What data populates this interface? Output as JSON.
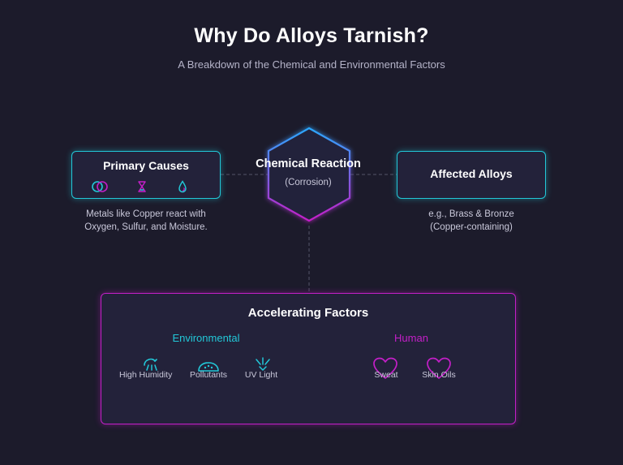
{
  "header": {
    "title": "Why Do Alloys Tarnish?",
    "subtitle": "A Breakdown of the Chemical and Environmental Factors"
  },
  "colors": {
    "background": "#1c1b2b",
    "cyan": "#22c8d8",
    "magenta": "#c41fc8",
    "hex_gradient_top": "#2aa8ff",
    "hex_gradient_bottom": "#c41fc8"
  },
  "center": {
    "title": "Chemical Reaction",
    "subtitle": "(Corrosion)"
  },
  "primary_causes": {
    "title": "Primary Causes",
    "icons": [
      "interlocking-rings-icon",
      "hourglass-icon",
      "droplet-icon"
    ],
    "description_line1": "Metals like Copper react with",
    "description_line2": "Oxygen, Sulfur, and Moisture."
  },
  "affected_alloys": {
    "title": "Affected Alloys",
    "description_line1": "e.g., Brass & Bronze",
    "description_line2": "(Copper-containing)"
  },
  "accelerating_factors": {
    "title": "Accelerating Factors",
    "environmental": {
      "label": "Environmental",
      "items": [
        {
          "label": "High Humidity",
          "icon": "humidity-icon"
        },
        {
          "label": "Pollutants",
          "icon": "pollution-cloud-icon"
        },
        {
          "label": "UV Light",
          "icon": "uv-light-icon"
        }
      ]
    },
    "human": {
      "label": "Human",
      "items": [
        {
          "label": "Sweat",
          "icon": "heart-icon"
        },
        {
          "label": "Skin Oils",
          "icon": "heart-icon"
        }
      ]
    }
  }
}
